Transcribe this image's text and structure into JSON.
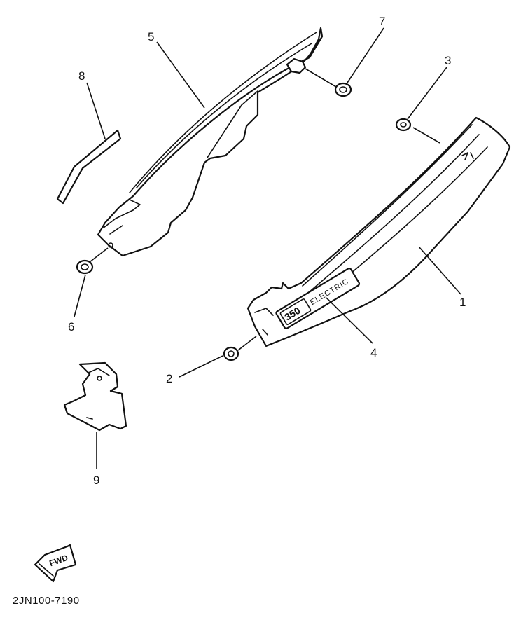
{
  "callouts": {
    "c1": "1",
    "c2": "2",
    "c3": "3",
    "c4": "4",
    "c5": "5",
    "c6": "6",
    "c7": "7",
    "c8": "8",
    "c9": "9"
  },
  "decal": {
    "number": "350",
    "text": "ELECTRIC"
  },
  "fwd_arrow": {
    "label": "FWD"
  },
  "diagram_code": "2JN100-7190"
}
